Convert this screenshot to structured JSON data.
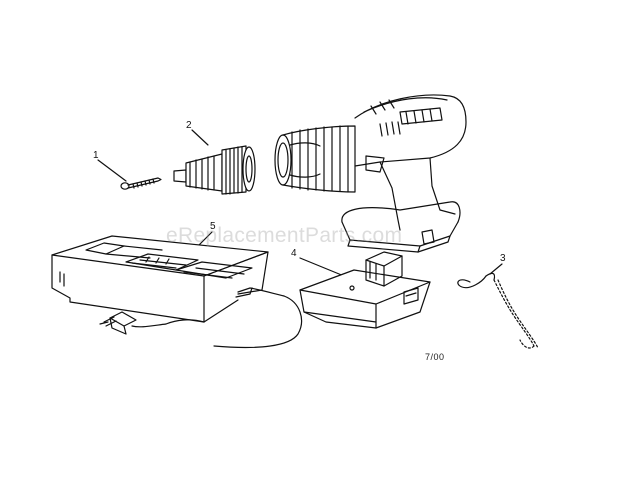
{
  "diagram": {
    "parts": [
      {
        "callout": "1",
        "name": "screw"
      },
      {
        "callout": "2",
        "name": "chuck"
      },
      {
        "callout": "3",
        "name": "lanyard"
      },
      {
        "callout": "4",
        "name": "battery-pack"
      },
      {
        "callout": "5",
        "name": "charger"
      }
    ],
    "date_code": "7/00",
    "watermark": "eReplacementParts.com"
  },
  "colors": {
    "line": "#111111",
    "background": "#ffffff",
    "watermark": "#969696"
  }
}
